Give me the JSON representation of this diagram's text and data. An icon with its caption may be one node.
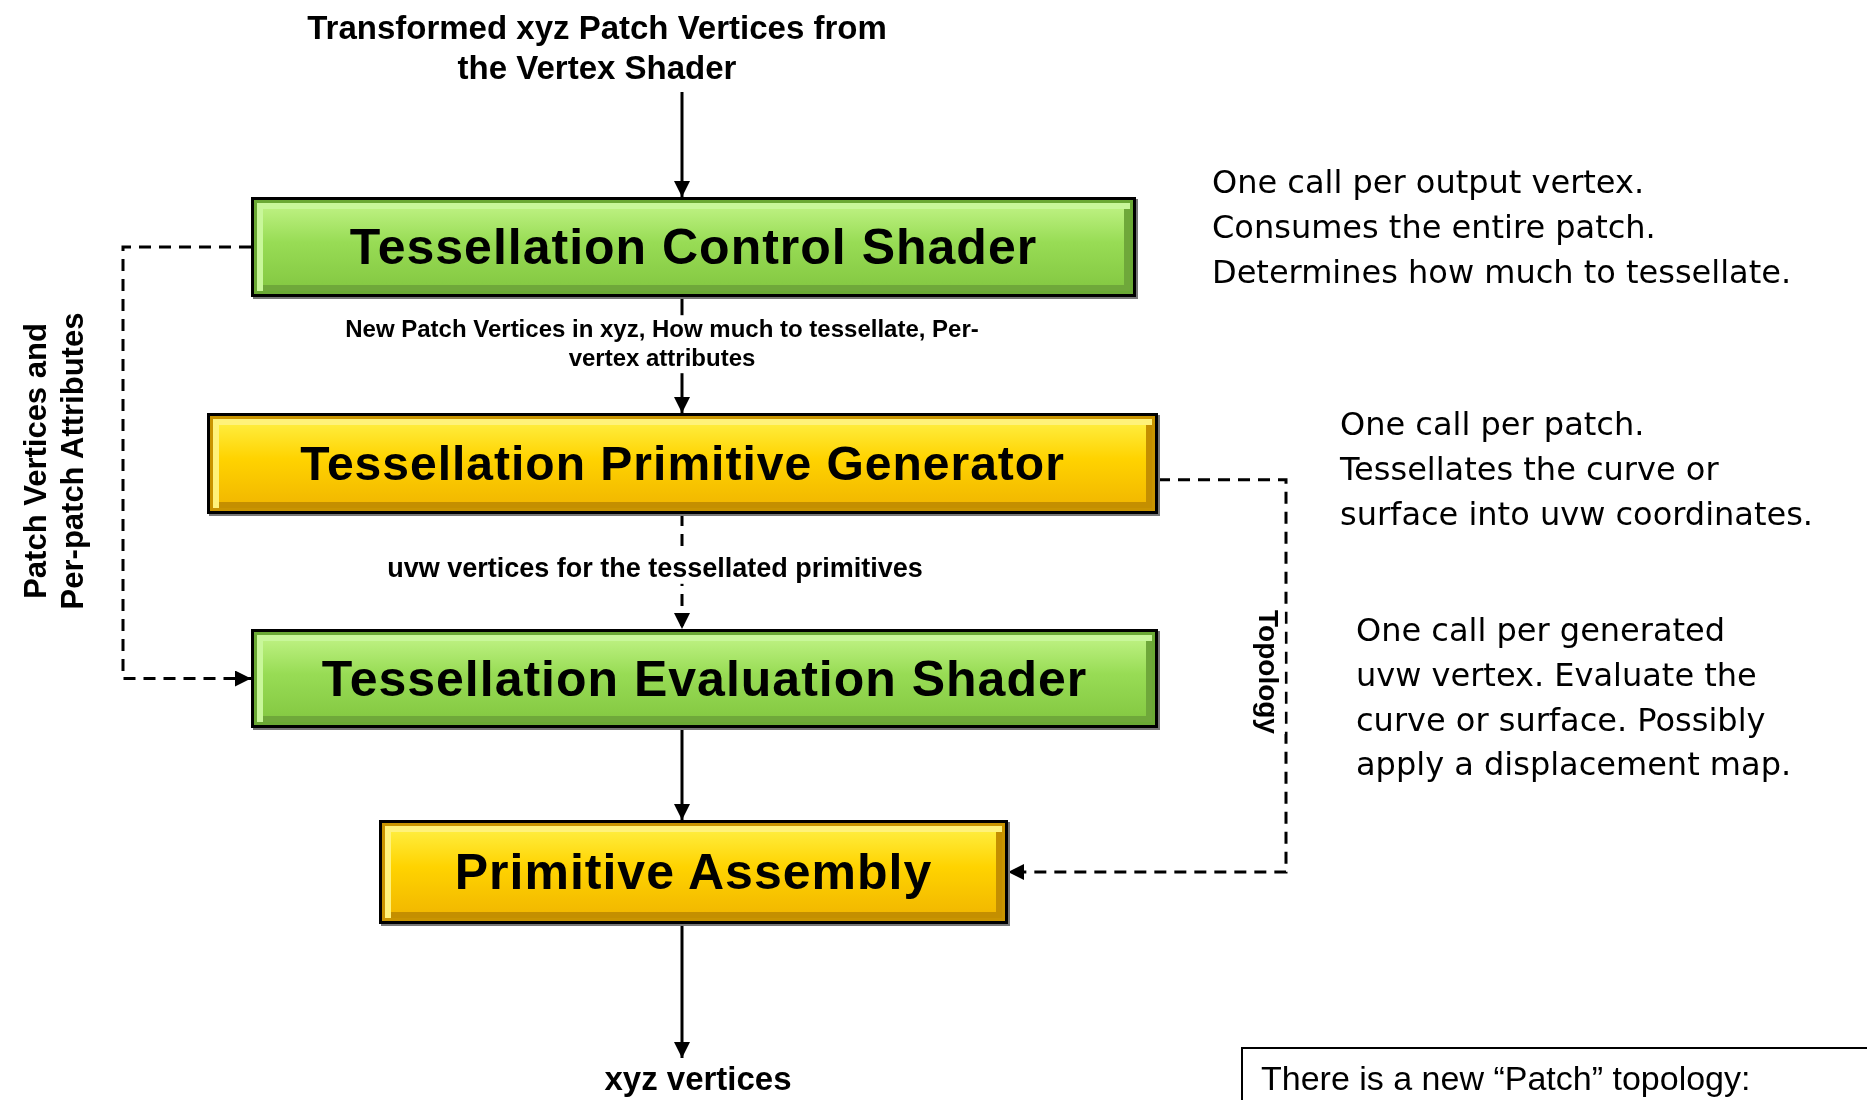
{
  "diagram": {
    "nodes": [
      {
        "text": [
          "Transformed xyz Patch Vertices from the Vertex Shader"
        ]
      },
      {
        "text": [
          "Tessellation Control Shader"
        ],
        "beside": [
          "One call per output vertex.",
          "Consumes the entire patch.",
          "Determines how much to tessellate."
        ]
      },
      {
        "text": [
          "Tessellation Primitive Generator"
        ],
        "beside": [
          "One call per patch.",
          "Tessellates the curve or surface into uvw coordinates."
        ]
      },
      {
        "text": [
          "Tessellation Evaluation Shader"
        ]
      },
      {
        "text": [
          "Primitive Assembly"
        ]
      },
      {
        "text": [
          "xyz vertices"
        ]
      },
      {
        "text": [
          "There is a new “Patch” topology:"
        ]
      }
    ],
    "edges": [
      {
        "from": 0,
        "to": 1,
        "arrow": "to"
      },
      {
        "from": 1,
        "to": 2,
        "arrow": "to",
        "label": "New Patch Vertices in xyz, How much to tessellate, Per-vertex attributes"
      },
      {
        "from": 2,
        "to": 3,
        "arrow": "to",
        "style": "dashed",
        "label": "uvw vertices for the tessellated primitives"
      },
      {
        "from": 3,
        "to": 4,
        "arrow": "to"
      },
      {
        "from": 4,
        "to": 5,
        "arrow": "to"
      },
      {
        "from": 1,
        "to": 3,
        "arrow": "to",
        "style": "dashed",
        "label": "Patch Vertices and Per-patch Attributes"
      },
      {
        "from": 2,
        "to": 4,
        "arrow": "to",
        "style": "dashed",
        "label": "Topology"
      }
    ],
    "labels": [
      "One call per generated uvw vertex. Evaluate the curve or surface. Possibly apply a displacement map."
    ]
  }
}
